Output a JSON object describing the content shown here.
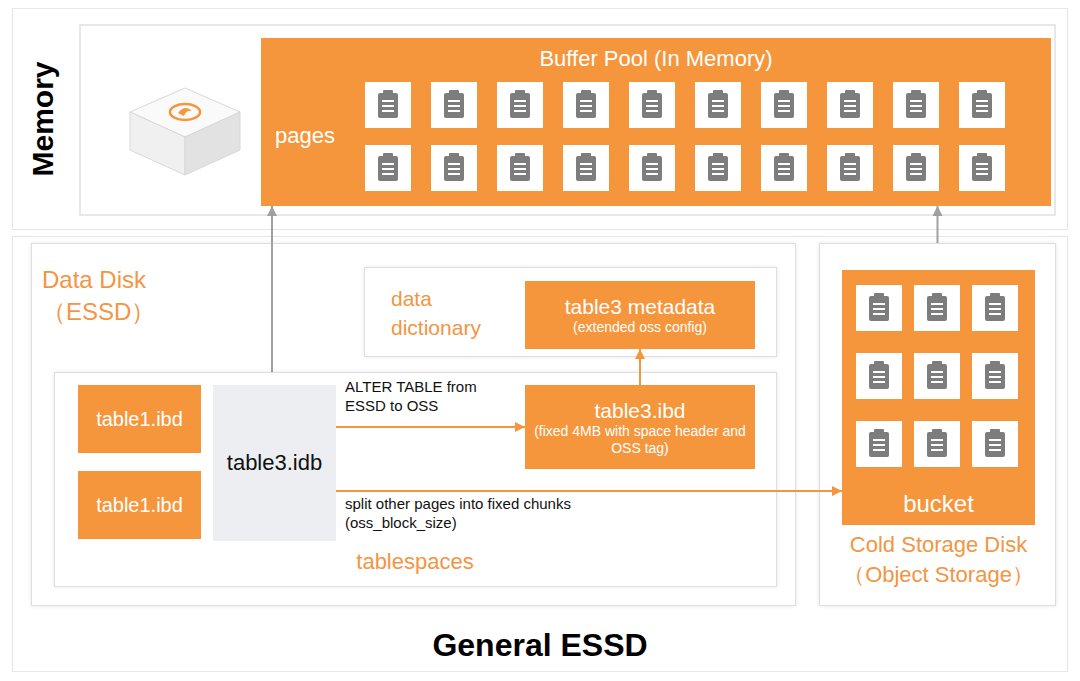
{
  "diagram": {
    "nodes": [
      {
        "text": [
          "Memory"
        ]
      },
      {
        "text": [
          "Buffer Pool (In Memory)",
          "pages"
        ],
        "in": 0
      },
      {
        "text": [
          "General ESSD"
        ]
      },
      {
        "text": [
          "Data Disk （ESSD）"
        ],
        "in": 2
      },
      {
        "text": [
          "data dictionary"
        ],
        "in": 3
      },
      {
        "text": [
          "table3 metadata",
          "(extended oss config)"
        ],
        "in": 4
      },
      {
        "text": [
          "tablespaces"
        ],
        "in": 3
      },
      {
        "text": [
          "table1.ibd"
        ],
        "in": 6
      },
      {
        "text": [
          "table1.ibd"
        ],
        "in": 6
      },
      {
        "text": [
          "table3.idb"
        ],
        "in": 6
      },
      {
        "text": [
          "table3.ibd",
          "(fixed 4MB with space header and OSS tag)"
        ],
        "in": 6
      },
      {
        "text": [
          "Cold Storage Disk （Object Storage）"
        ],
        "in": 2
      },
      {
        "text": [
          "bucket"
        ],
        "in": 11
      }
    ],
    "edges": [
      {
        "from": 9,
        "to": 10,
        "arrow": "to",
        "label": "ALTER TABLE from ESSD to OSS"
      },
      {
        "from": 9,
        "to": 12,
        "arrow": "to",
        "label": "split other pages into fixed chunks (oss_block_size)"
      },
      {
        "from": 10,
        "to": 5,
        "arrow": "to"
      },
      {
        "from": 6,
        "to": 1,
        "arrow": "to"
      },
      {
        "from": 11,
        "to": 1,
        "arrow": "to"
      }
    ]
  }
}
